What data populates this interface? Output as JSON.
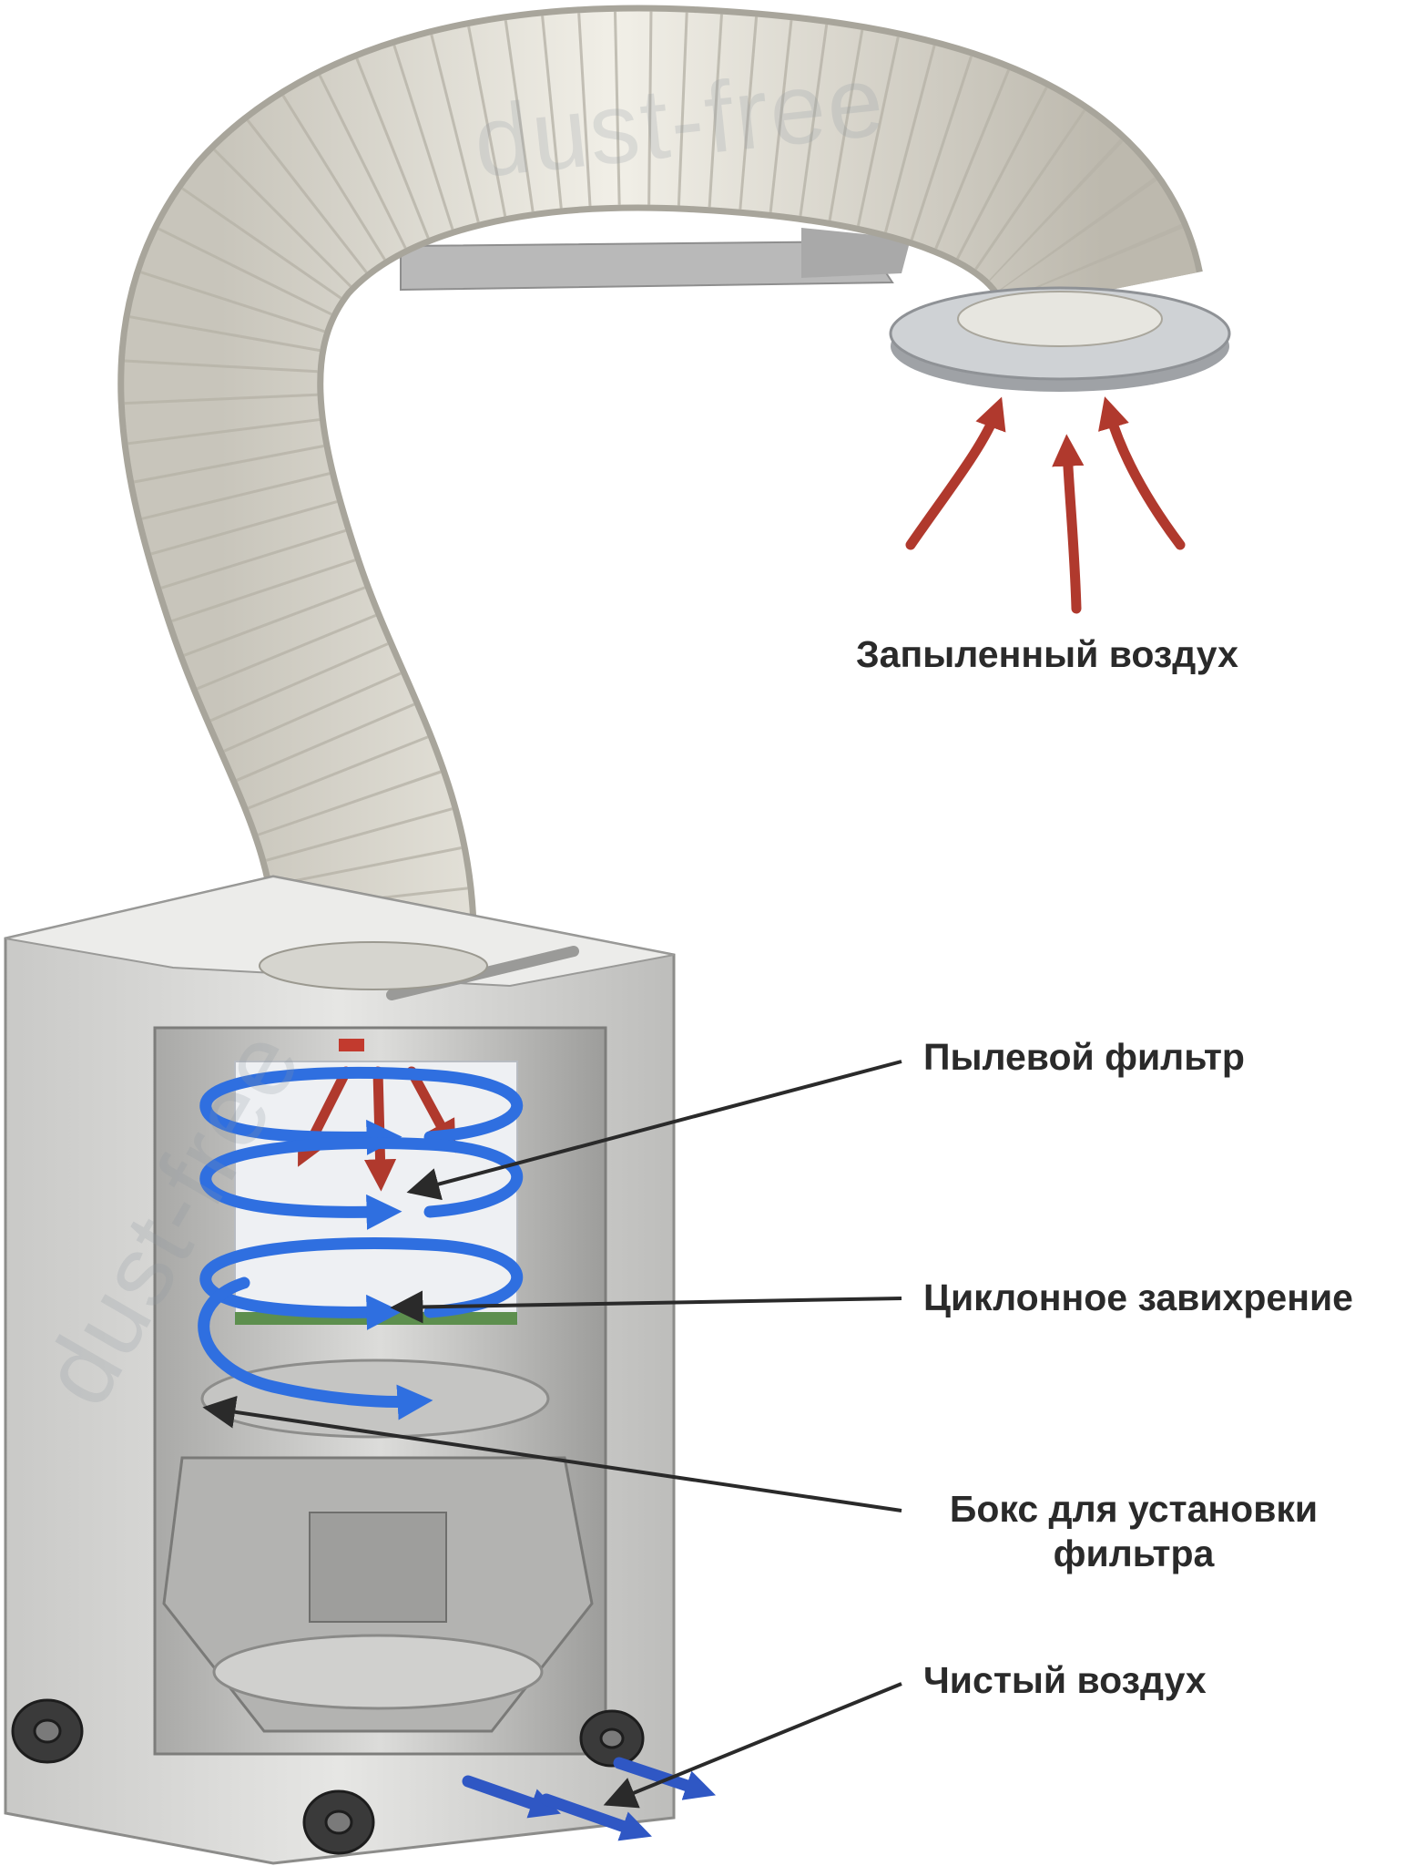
{
  "labels": {
    "dusty_air": "Запыленный воздух",
    "dust_filter": "Пылевой фильтр",
    "cyclone": "Циклонное завихрение",
    "filter_box_line1": "Бокс для установки",
    "filter_box_line2": "фильтра",
    "clean_air": "Чистый воздух"
  },
  "watermark": "dust-free",
  "colors": {
    "dusty_arrow": "#b0392d",
    "clean_arrow": "#2f57c4",
    "cyclone_arrow": "#2f6fe0",
    "hose": "#e9e6dc",
    "cabinet": "#d9d9d7",
    "pointer": "#2a2a2a"
  }
}
